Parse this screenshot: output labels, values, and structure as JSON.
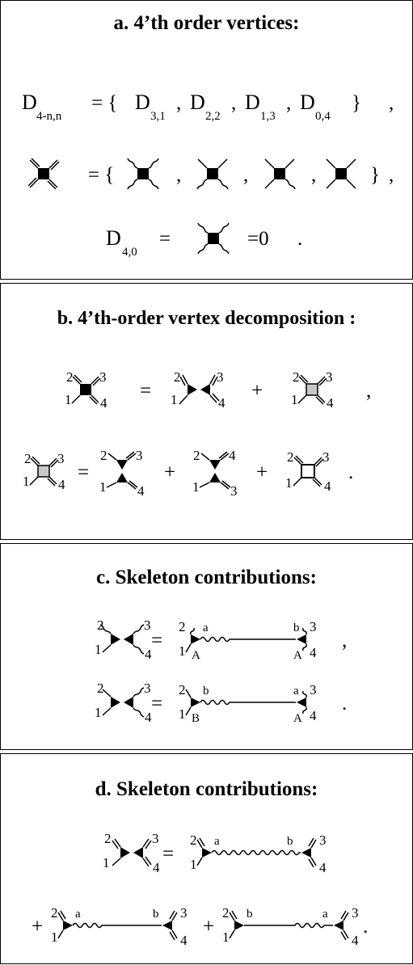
{
  "colors": {
    "line": "#000000",
    "hatch": "#c8c8c8",
    "background": "#ffffff"
  },
  "panels": {
    "a": {
      "title": "a. 4’th order vertices:",
      "row1": {
        "lhs_symbol": "D",
        "lhs_sub": "4-n,n",
        "equals_open": "= {",
        "items": [
          {
            "symbol": "D",
            "sub": "3,1"
          },
          {
            "symbol": "D",
            "sub": "2,2"
          },
          {
            "symbol": "D",
            "sub": "1,3"
          },
          {
            "symbol": "D",
            "sub": "0,4"
          }
        ],
        "close": "}",
        "comma": ","
      },
      "row2": {
        "equals_open": "= {",
        "sep": ",",
        "close": "}",
        "comma": ","
      },
      "row3": {
        "lhs_symbol": "D",
        "lhs_sub": "4,0",
        "equals": "=",
        "result": "=0",
        "period": "."
      }
    },
    "b": {
      "title": "b. 4’th-order vertex decomposition :",
      "legs": {
        "one": "1",
        "two": "2",
        "three": "3",
        "four": "4"
      },
      "equals": "=",
      "plus": "+",
      "comma": ",",
      "period": "."
    },
    "c": {
      "title": "c. Skeleton contributions:",
      "legs": {
        "one": "1",
        "two": "2",
        "three": "3",
        "four": "4"
      },
      "labels": {
        "a": "a",
        "b": "b",
        "A": "A",
        "B": "B"
      },
      "equals": "=",
      "comma": ",",
      "period": "."
    },
    "d": {
      "title": "d. Skeleton contributions:",
      "legs": {
        "one": "1",
        "two": "2",
        "three": "3",
        "four": "4"
      },
      "labels": {
        "a": "a",
        "b": "b"
      },
      "equals": "=",
      "plus": "+",
      "period": "."
    }
  }
}
